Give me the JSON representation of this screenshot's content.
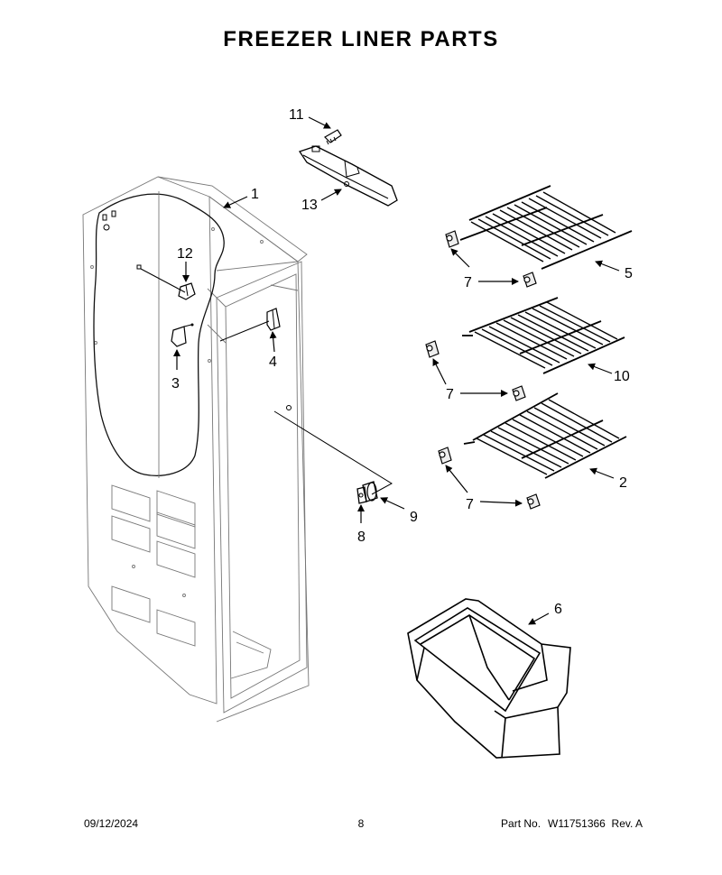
{
  "page": {
    "title": "FREEZER LINER PARTS",
    "date": "09/12/2024",
    "page_number": "8",
    "part_no_label": "Part No.",
    "part_no": "W11751366",
    "revision": "Rev.  A"
  },
  "callouts": {
    "c1": "1",
    "c2": "2",
    "c3": "3",
    "c4": "4",
    "c5": "5",
    "c6": "6",
    "c7a": "7",
    "c7b": "7",
    "c7c": "7",
    "c8": "8",
    "c9": "9",
    "c10": "10",
    "c11": "11",
    "c12": "12",
    "c13": "13"
  }
}
